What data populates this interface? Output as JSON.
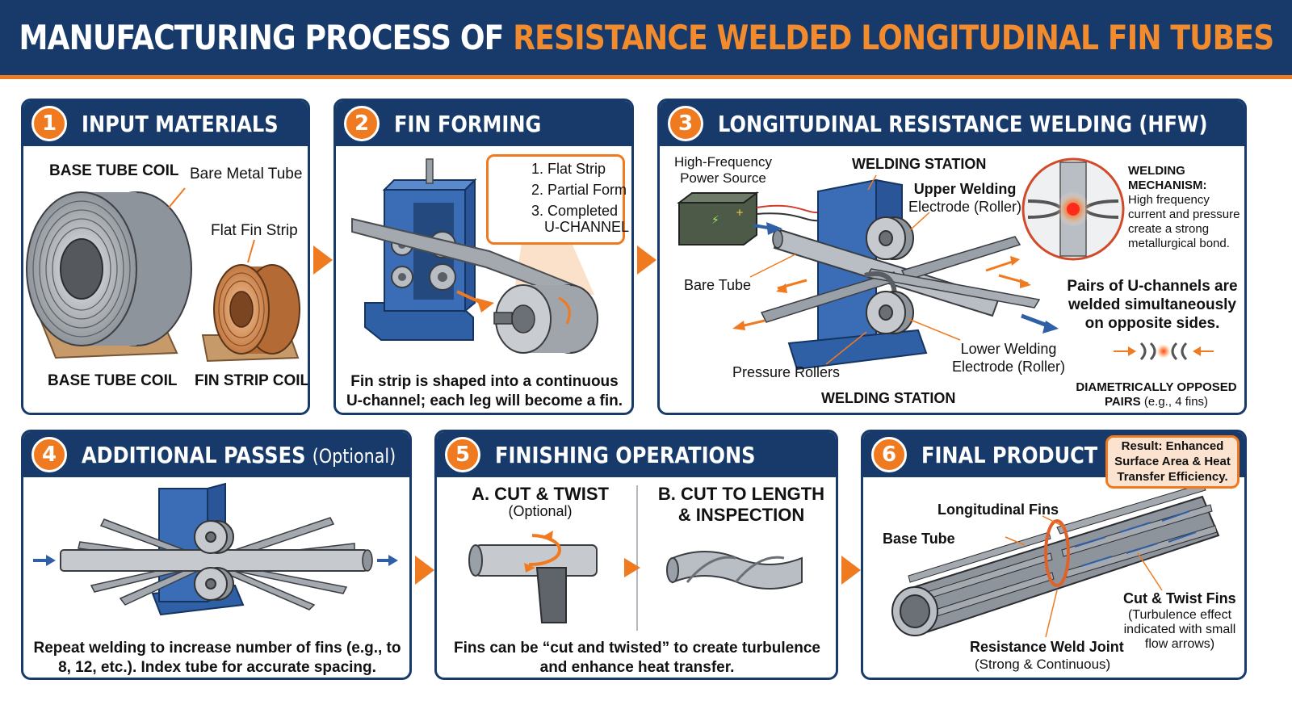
{
  "title": {
    "main": "MANUFACTURING PROCESS OF ",
    "highlight": "RESISTANCE WELDED LONGITUDINAL FIN TUBES"
  },
  "colors": {
    "navy": "#173a6b",
    "orange": "#f07a1f",
    "blue": "#3a6db5",
    "steel": "#9aa0a8"
  },
  "steps": [
    {
      "number": "1",
      "title": "INPUT MATERIALS",
      "labels": {
        "base_tube_coil_top": "BASE TUBE COIL",
        "bare_metal_tube": "Bare Metal Tube",
        "flat_fin_strip": "Flat Fin Strip",
        "base_tube_coil_bottom": "BASE TUBE COIL",
        "fin_strip_coil": "FIN STRIP COIL"
      }
    },
    {
      "number": "2",
      "title": "FIN FORMING",
      "forming_stages": [
        "1. Flat Strip",
        "2. Partial Form",
        "3. Completed",
        "U-CHANNEL"
      ],
      "caption": [
        "Fin strip is shaped into a continuous",
        "U-channel; each leg will become a fin."
      ]
    },
    {
      "number": "3",
      "title": "LONGITUDINAL RESISTANCE WELDING (HFW)",
      "labels": {
        "power_source": [
          "High-Frequency",
          "Power Source"
        ],
        "welding_station_top": "WELDING STATION",
        "upper_electrode": [
          "Upper Welding",
          "Electrode (Roller)"
        ],
        "bare_tube": "Bare Tube",
        "lower_electrode": [
          "Lower Welding",
          "Electrode (Roller)"
        ],
        "pressure_rollers": "Pressure Rollers",
        "welding_station_bottom": "WELDING STATION"
      },
      "mechanism": {
        "title": [
          "WELDING",
          "MECHANISM:"
        ],
        "text": [
          "High frequency",
          "current and pressure",
          "create a strong",
          "metallurgical bond."
        ]
      },
      "pairs_note": [
        "Pairs of U-channels are",
        "welded simultaneously",
        "on opposite sides."
      ],
      "opposed": {
        "bold": "DIAMETRICALLY OPPOSED",
        "line2_bold": "PAIRS",
        "line2": " (e.g., 4 fins)"
      }
    },
    {
      "number": "4",
      "title": "ADDITIONAL PASSES",
      "title_suffix": "(Optional)",
      "caption": [
        "Repeat welding to increase number of fins (e.g., to",
        "8, 12, etc.). Index tube for accurate spacing."
      ]
    },
    {
      "number": "5",
      "title": "FINISHING OPERATIONS",
      "sub_a": {
        "title": "A. CUT & TWIST",
        "note": "(Optional)"
      },
      "sub_b": {
        "title": [
          "B. CUT TO LENGTH",
          "& INSPECTION"
        ]
      },
      "caption": [
        "Fins can be “cut and twisted” to create turbulence",
        "and enhance heat transfer."
      ]
    },
    {
      "number": "6",
      "title": "FINAL PRODUCT",
      "result": [
        "Result: Enhanced",
        "Surface Area & Heat",
        "Transfer Efficiency."
      ],
      "labels": {
        "longitudinal_fins": "Longitudinal Fins",
        "base_tube": "Base Tube",
        "cut_twist": "Cut & Twist Fins",
        "cut_twist_note": [
          "(Turbulence effect",
          "indicated with small",
          "flow arrows)"
        ],
        "weld_joint": "Resistance Weld Joint",
        "weld_joint_note": "(Strong & Continuous)"
      }
    }
  ]
}
